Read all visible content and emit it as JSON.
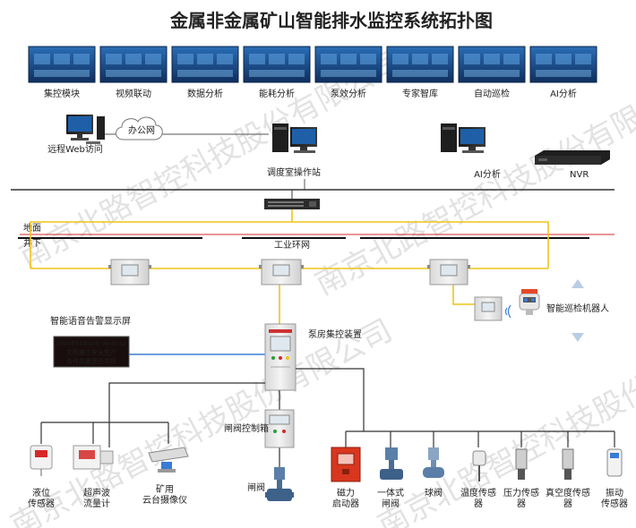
{
  "title": "金属非金属矿山智能排水监控系统拓扑图",
  "watermark": "南京北路智控科技股份有限公司",
  "colors": {
    "fiber": "#f0c419",
    "blue_link": "#3a7bd5",
    "surface_line": "#d62828",
    "screen_bg": "#1b4f8f",
    "led_bg": "#1a0d0d"
  },
  "screens": [
    {
      "label": "集控模块"
    },
    {
      "label": "视频联动"
    },
    {
      "label": "数据分析"
    },
    {
      "label": "能耗分析"
    },
    {
      "label": "泵效分析"
    },
    {
      "label": "专家智库"
    },
    {
      "label": "自动巡检"
    },
    {
      "label": "AI分析"
    }
  ],
  "nodes": {
    "remote_web": "远程Web访问",
    "office_net": "办公网",
    "dispatch": "调度室操作站",
    "ai": "AI分析",
    "nvr": "NVR",
    "ground": "地面",
    "underground": "井下",
    "ring": "工业环网",
    "voice_screen": "智能语音告警显示屏",
    "led_line1": "2023年01月03日 09:45:52",
    "led_line2": "文明施工安全生产",
    "led_line3": "合作共赢责任共担",
    "robot": "智能巡检机器人",
    "pump_room": "泵房集控装置",
    "valve_box": "闸阀控制箱",
    "valve": "闸阀",
    "level_1": "液位",
    "level_2": "传感器",
    "ultra_1": "超声波",
    "ultra_2": "流量计",
    "cam_1": "矿用",
    "cam_2": "云台摄像仪",
    "mag_1": "磁力",
    "mag_2": "启动器",
    "int_1": "一体式",
    "int_2": "闸阀",
    "ball": "球阀",
    "temp_1": "温度传感",
    "temp_2": "器",
    "press_1": "压力传感",
    "press_2": "器",
    "vac_1": "真空度传感",
    "vac_2": "器",
    "vib_1": "振动",
    "vib_2": "传感器"
  }
}
